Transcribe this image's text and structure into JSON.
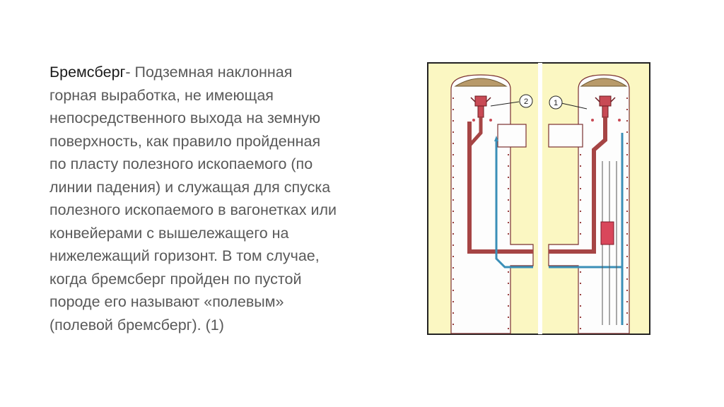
{
  "definition": {
    "term": "Бремсберг",
    "lines": [
      "- Подземная наклонная",
      "горная выработка, не имеющая",
      "непосредственного выхода на земную",
      "поверхность, как правило пройденная",
      "по пласту полезного ископаемого (по",
      "линии падения) и служащая для спуска",
      "полезного ископаемого в вагонетках или",
      "конвейерами с вышележащего на",
      "нижележащий горизонт. В том случае,",
      "когда бремсберг пройден по пустой",
      "породе его называют «полевым»",
      "(полевой бремсберг). (1)"
    ]
  },
  "figure": {
    "callouts": [
      "2",
      "1"
    ],
    "colors": {
      "background": "#fbf7c2",
      "frame": "#222222",
      "shaft": "#fdfdfd",
      "rock": "#b89a6a",
      "pipe_red": "#a64545",
      "pipe_blue": "#3a8fb8",
      "equipment": "#d9475b"
    }
  }
}
